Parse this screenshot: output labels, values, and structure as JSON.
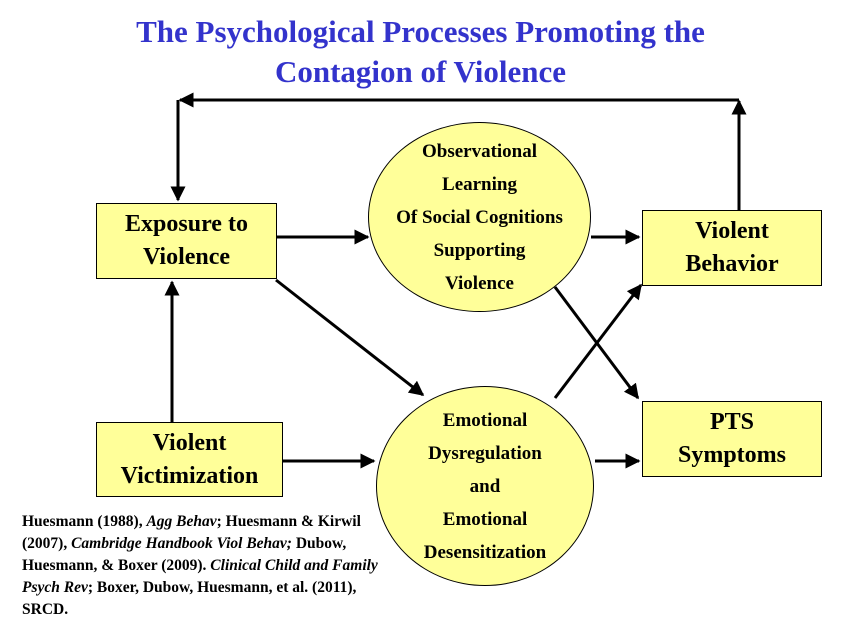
{
  "title": {
    "line1": "The Psychological Processes Promoting the",
    "line2": "Contagion of Violence"
  },
  "nodes": {
    "exposure": {
      "line1": "Exposure to",
      "line2": "Violence"
    },
    "victimization": {
      "line1": "Violent",
      "line2": "Victimization"
    },
    "observational": {
      "line1": "Observational",
      "line2": "Learning",
      "line3": "Of Social Cognitions",
      "line4": "Supporting",
      "line5": "Violence"
    },
    "emotional": {
      "line1": "Emotional",
      "line2": "Dysregulation",
      "line3": "and",
      "line4": "Emotional",
      "line5": "Desensitization"
    },
    "behavior": {
      "line1": "Violent",
      "line2": "Behavior"
    },
    "pts": {
      "line1": "PTS",
      "line2": "Symptoms"
    }
  },
  "citation": {
    "p1": "Huesmann (1988), ",
    "p2": "Agg Behav",
    "p3": "; Huesmann & Kirwil (2007), ",
    "p4": "Cambridge Handbook Viol Behav;",
    "p5": " Dubow, Huesmann, & Boxer (2009). ",
    "p6": "Clinical Child and Family Psych Rev",
    "p7": "; Boxer, Dubow, Huesmann, et al. (2011), SRCD."
  },
  "colors": {
    "title": "#3333cc",
    "node_fill": "#ffff99",
    "stroke": "#000000"
  }
}
